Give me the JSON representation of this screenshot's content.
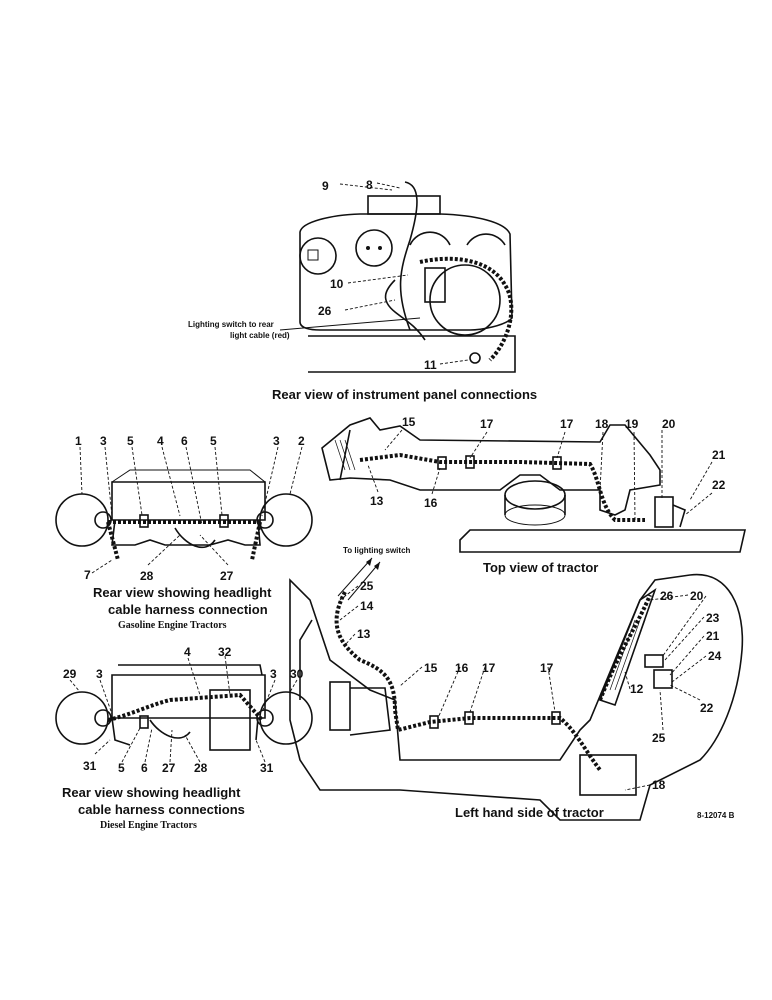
{
  "panels": {
    "instrument_panel": {
      "caption": "Rear view of instrument panel connections",
      "callout": "Lighting switch to rear\nlight cable (red)",
      "labels": [
        "9",
        "8",
        "10",
        "26",
        "11"
      ]
    },
    "top_view": {
      "caption": "Top view of tractor",
      "labels": [
        "15",
        "17",
        "17",
        "18",
        "19",
        "20",
        "21",
        "22",
        "13",
        "16"
      ]
    },
    "rear_gasoline": {
      "caption_line1": "Rear view showing headlight",
      "caption_line2": "cable harness connection",
      "subcaption": "Gasoline Engine Tractors",
      "labels": [
        "1",
        "3",
        "5",
        "4",
        "6",
        "5",
        "3",
        "2",
        "7",
        "28",
        "27"
      ]
    },
    "left_side": {
      "caption": "Left hand side of tractor",
      "callout": "To lighting switch",
      "labels": [
        "25",
        "14",
        "13",
        "15",
        "16",
        "17",
        "17",
        "26",
        "20",
        "23",
        "21",
        "24",
        "12",
        "22",
        "25",
        "18"
      ]
    },
    "rear_diesel": {
      "caption_line1": "Rear view showing headlight",
      "caption_line2": "cable harness connections",
      "subcaption": "Diesel Engine Tractors",
      "labels": [
        "29",
        "3",
        "4",
        "32",
        "3",
        "30",
        "31",
        "5",
        "6",
        "27",
        "28",
        "31"
      ]
    }
  },
  "figure_id": "8-12074 B"
}
